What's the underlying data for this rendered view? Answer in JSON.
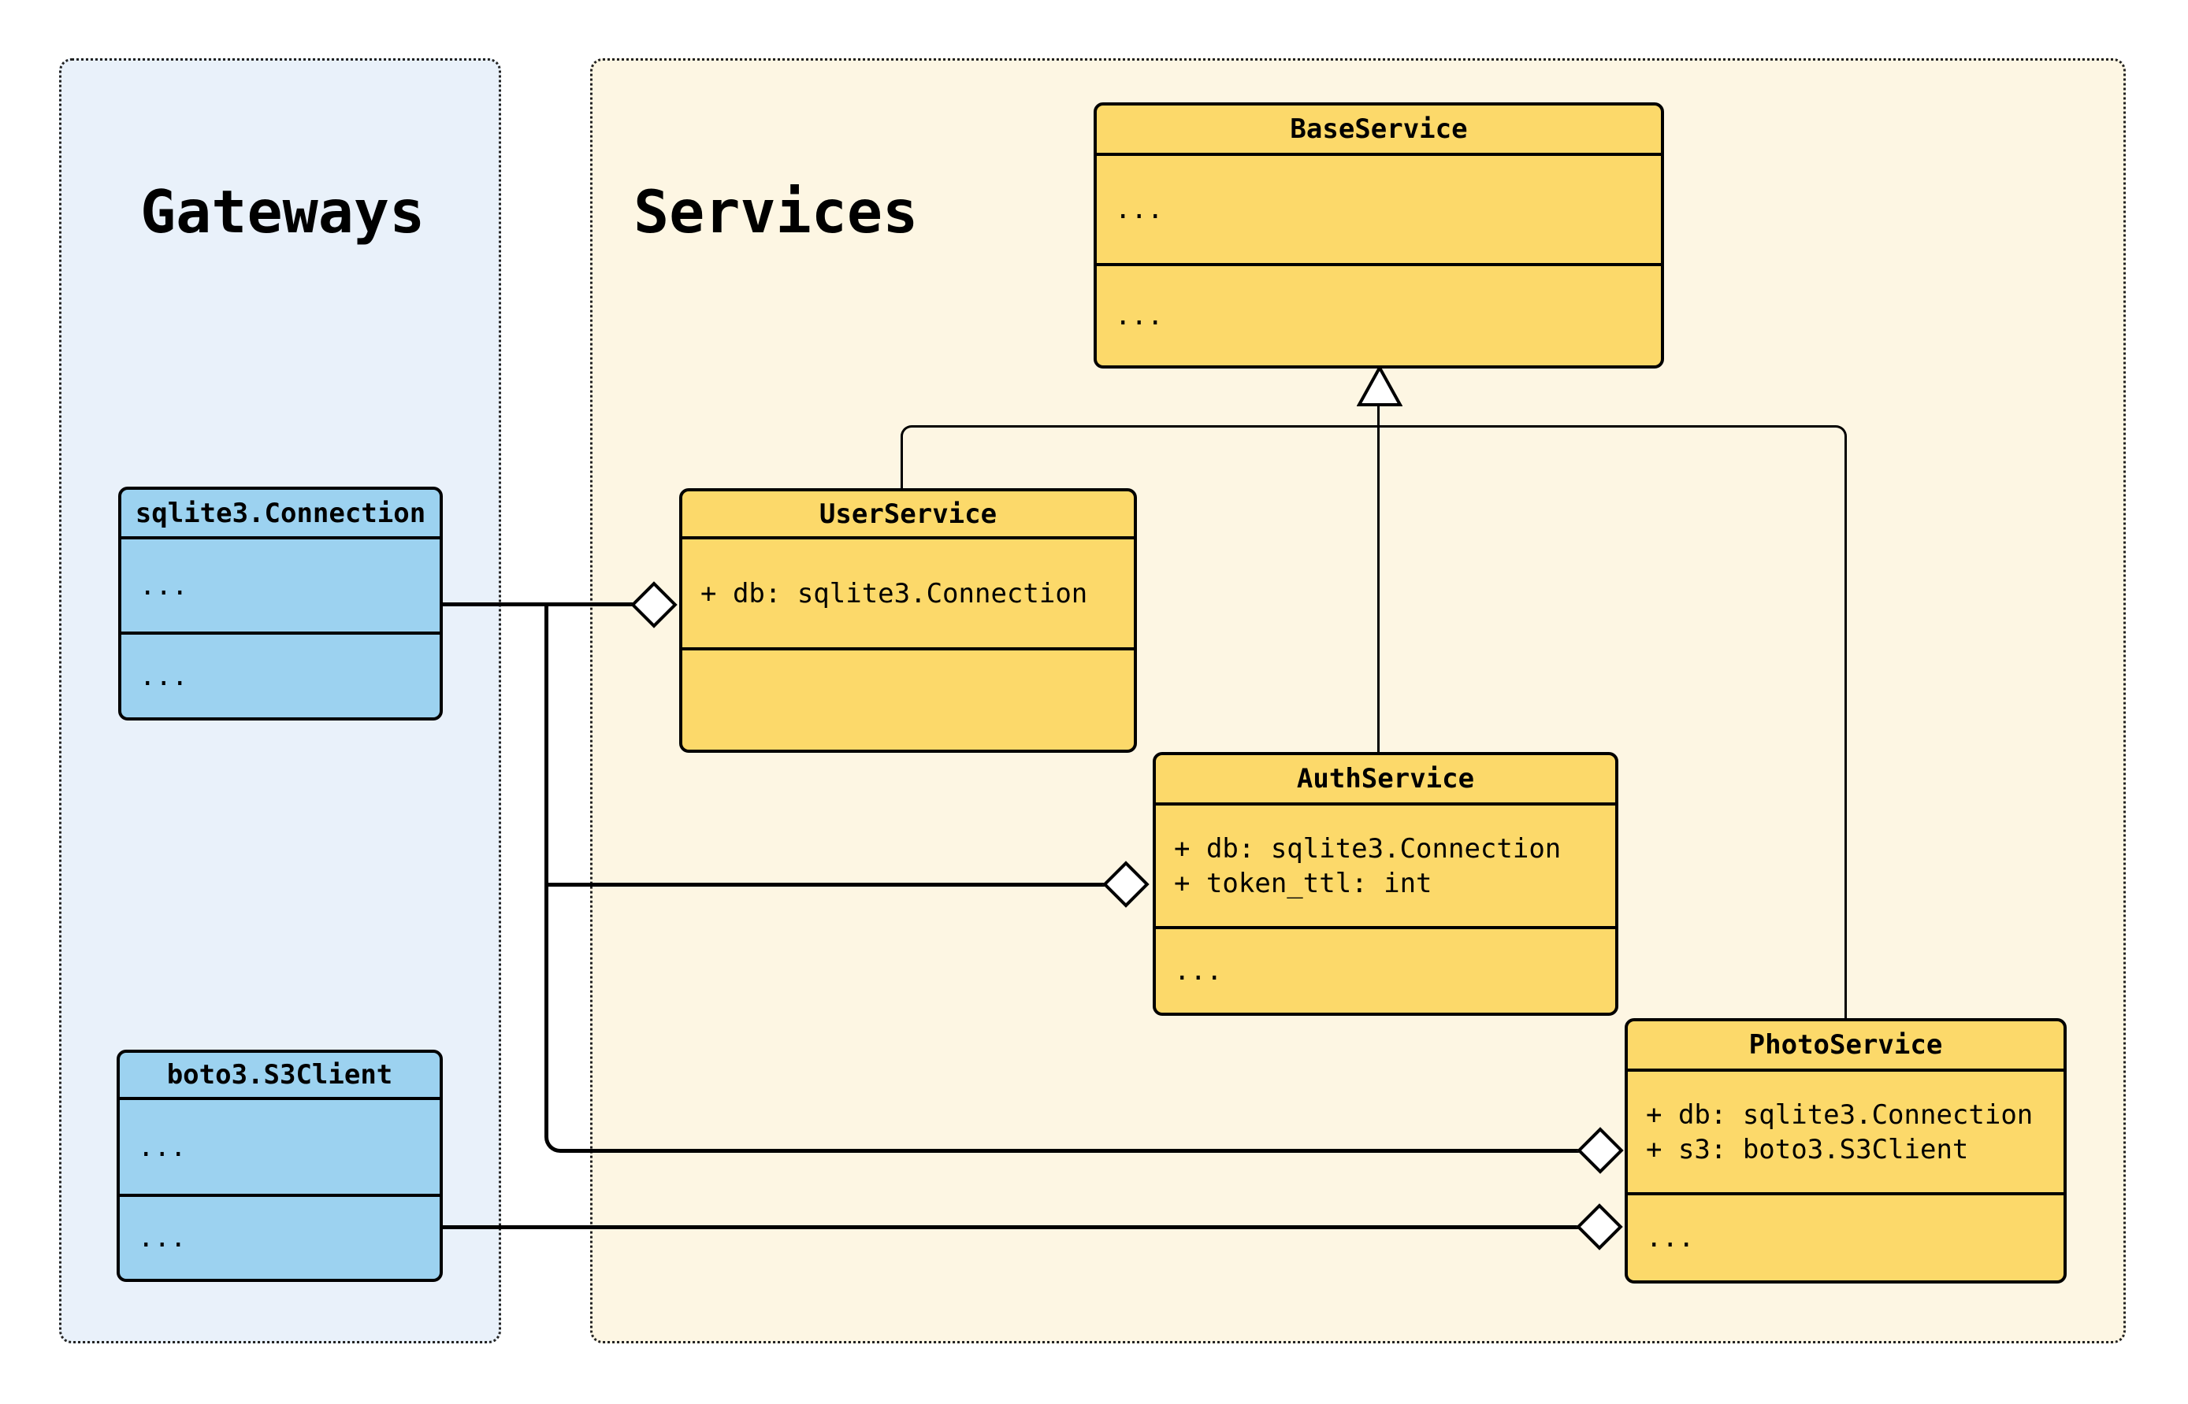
{
  "diagram_type": "uml-class-diagram",
  "panels": [
    {
      "id": "gateways",
      "title": "Gateways"
    },
    {
      "id": "services",
      "title": "Services"
    }
  ],
  "classes": [
    {
      "id": "sqlite3-connection",
      "name": "sqlite3.Connection",
      "attributes": [
        "..."
      ],
      "methods": [
        "..."
      ],
      "group": "gateways"
    },
    {
      "id": "boto3-s3client",
      "name": "boto3.S3Client",
      "attributes": [
        "..."
      ],
      "methods": [
        "..."
      ],
      "group": "gateways"
    },
    {
      "id": "base-service",
      "name": "BaseService",
      "attributes": [
        "..."
      ],
      "methods": [
        "..."
      ],
      "group": "services"
    },
    {
      "id": "user-service",
      "name": "UserService",
      "attributes": [
        "+ db: sqlite3.Connection"
      ],
      "methods": [],
      "group": "services"
    },
    {
      "id": "auth-service",
      "name": "AuthService",
      "attributes": [
        "+ db: sqlite3.Connection",
        "+ token_ttl: int"
      ],
      "methods": [
        "..."
      ],
      "group": "services"
    },
    {
      "id": "photo-service",
      "name": "PhotoService",
      "attributes": [
        "+ db: sqlite3.Connection",
        "+ s3: boto3.S3Client"
      ],
      "methods": [
        "..."
      ],
      "group": "services"
    }
  ],
  "relationships": [
    {
      "type": "inheritance",
      "marker": "hollow-triangle",
      "parent": "BaseService",
      "children": [
        "UserService",
        "AuthService",
        "PhotoService"
      ]
    },
    {
      "type": "aggregation",
      "marker": "hollow-diamond",
      "whole": "UserService",
      "part": "sqlite3.Connection"
    },
    {
      "type": "aggregation",
      "marker": "hollow-diamond",
      "whole": "AuthService",
      "part": "sqlite3.Connection"
    },
    {
      "type": "aggregation",
      "marker": "hollow-diamond",
      "whole": "PhotoService",
      "part": "sqlite3.Connection"
    },
    {
      "type": "aggregation",
      "marker": "hollow-diamond",
      "whole": "PhotoService",
      "part": "boto3.S3Client"
    }
  ],
  "colors": {
    "class_yellow": "#fcd96a",
    "class_blue": "#9cd2f0",
    "panel_blue": "#e9f1fa",
    "panel_cream": "#fdf6e3",
    "line": "#000000",
    "page_background": "#ffffff"
  }
}
